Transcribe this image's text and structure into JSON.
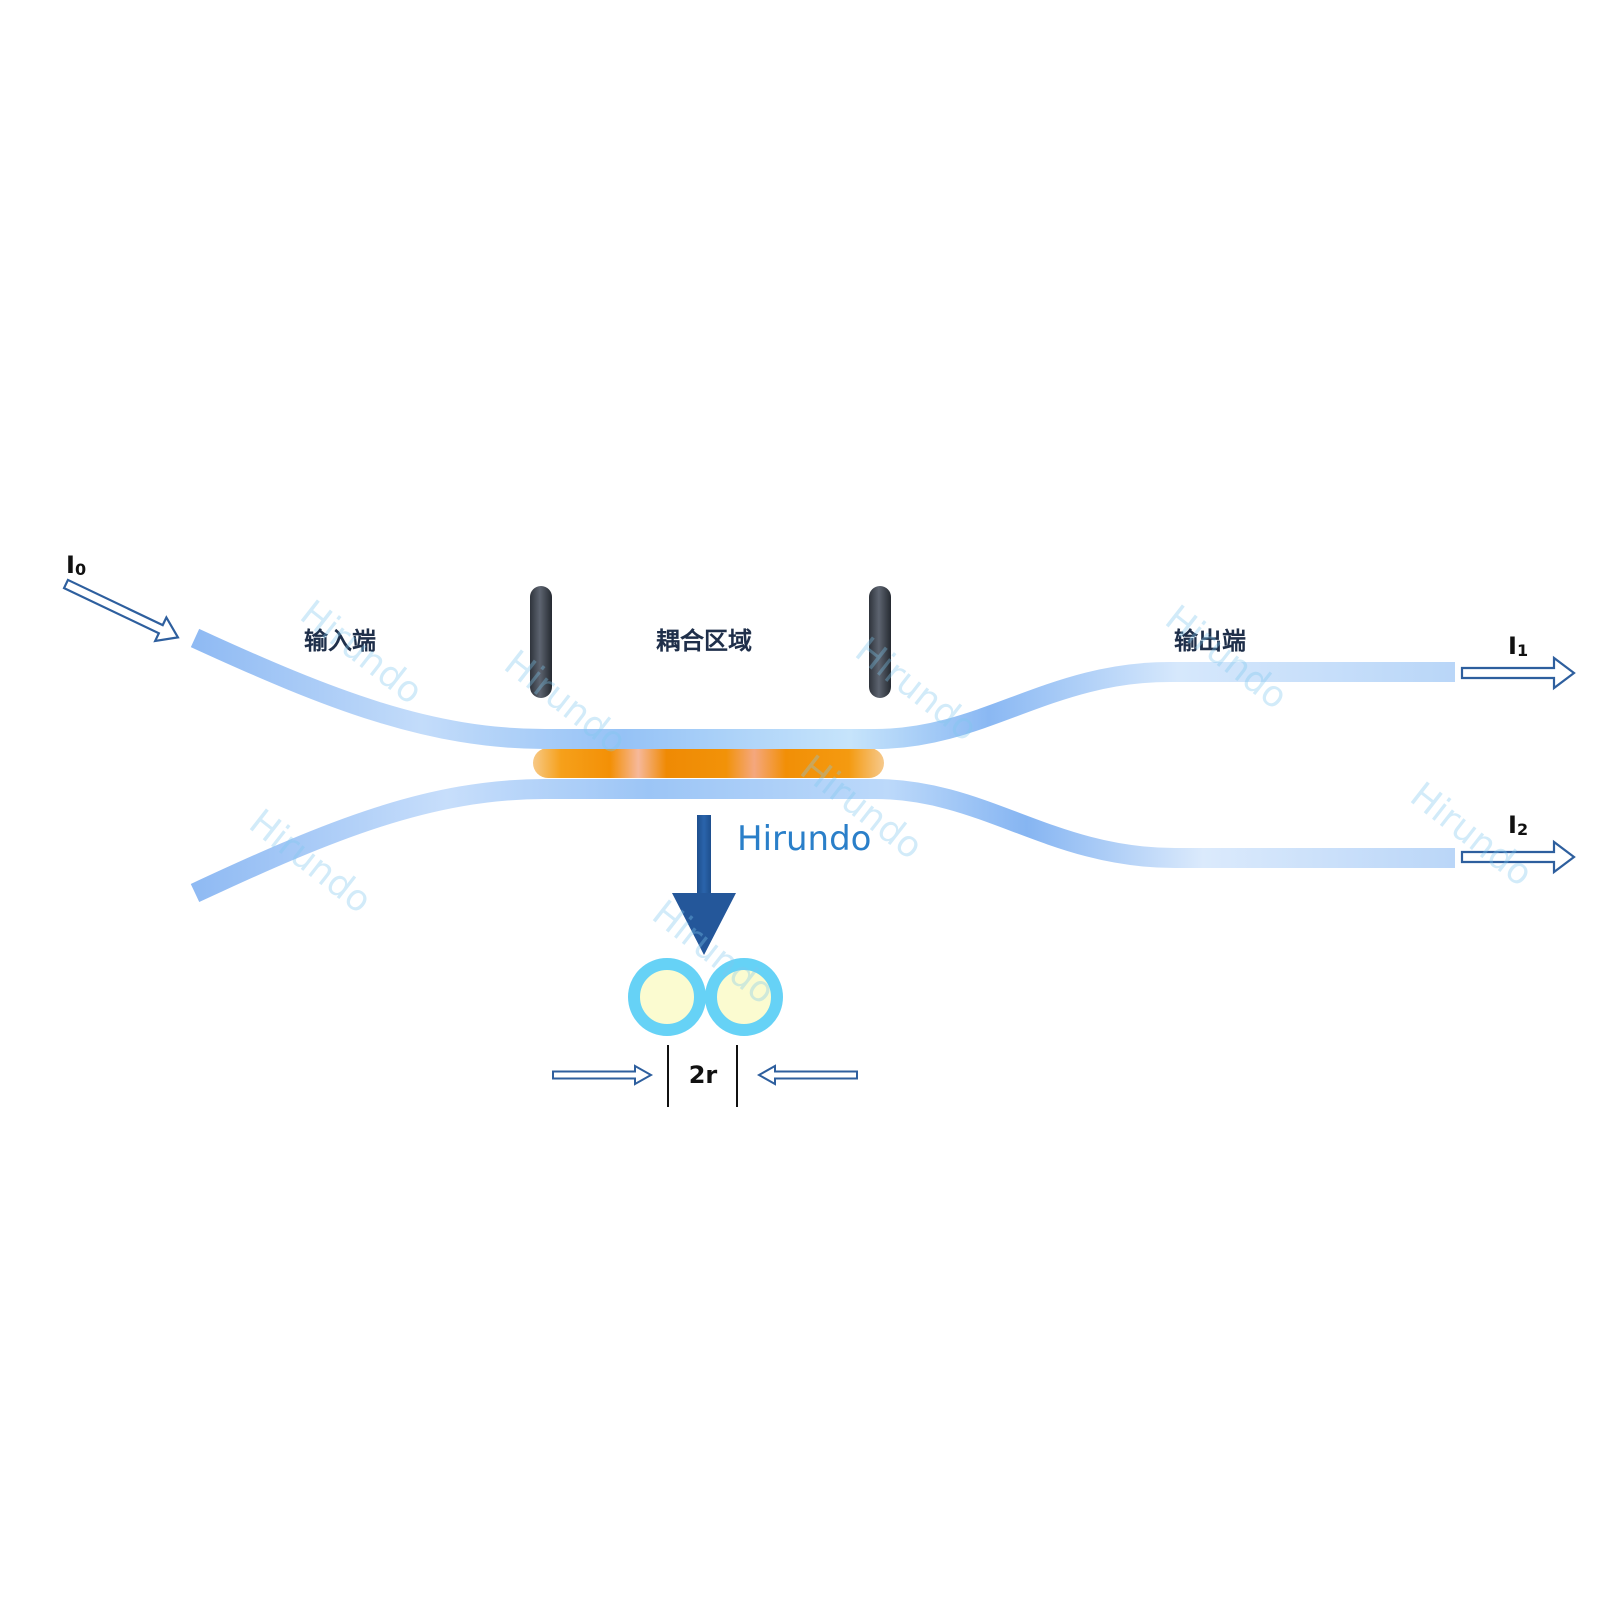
{
  "labels": {
    "input_end": "输入端",
    "coupling_region": "耦合区域",
    "output_end": "输出端",
    "diameter": "2r"
  },
  "ports": {
    "input": {
      "main": "I",
      "sub": "0"
    },
    "output_1": {
      "main": "I",
      "sub": "1"
    },
    "output_2": {
      "main": "I",
      "sub": "2"
    }
  },
  "logo": {
    "text": "Hirundo"
  },
  "colors": {
    "fiber": "#8dbcf2",
    "fiber_light": "#cfe3fb",
    "coupling_glow": "#f59a0c",
    "clamp": "#3d4450",
    "down_arrow": "#24579a",
    "core": "#fbfbd0",
    "cladding": "#66d2f6",
    "outline_arrow": "#2e5f9e"
  },
  "icons": {
    "input_arrow": "outline-arrow-right-down-icon",
    "output_arrow": "outline-arrow-right-icon",
    "down_arrow": "solid-arrow-down-icon",
    "cross_section": "fiber-cross-section-icon"
  }
}
